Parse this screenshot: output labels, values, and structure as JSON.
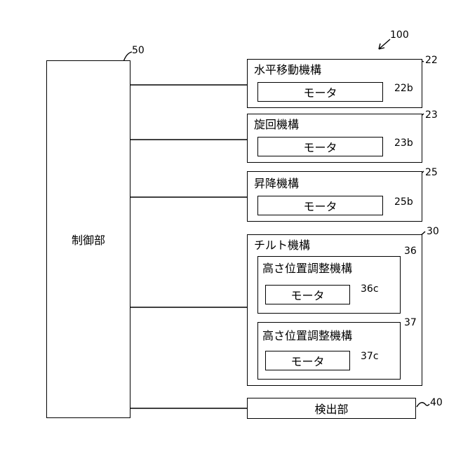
{
  "system_ref": "100",
  "controller": {
    "label": "制御部",
    "ref": "50"
  },
  "blocks": [
    {
      "id": "horizontal",
      "title": "水平移動機構",
      "ref": "22",
      "motor_label": "モータ",
      "motor_ref": "22b"
    },
    {
      "id": "rotation",
      "title": "旋回機構",
      "ref": "23",
      "motor_label": "モータ",
      "motor_ref": "23b"
    },
    {
      "id": "lift",
      "title": "昇降機構",
      "ref": "25",
      "motor_label": "モータ",
      "motor_ref": "25b"
    }
  ],
  "tilt": {
    "title": "チルト機構",
    "ref": "30",
    "sub": [
      {
        "title": "高さ位置調整機構",
        "ref": "36",
        "motor_label": "モータ",
        "motor_ref": "36c"
      },
      {
        "title": "高さ位置調整機構",
        "ref": "37",
        "motor_label": "モータ",
        "motor_ref": "37c"
      }
    ]
  },
  "detector": {
    "label": "検出部",
    "ref": "40"
  }
}
